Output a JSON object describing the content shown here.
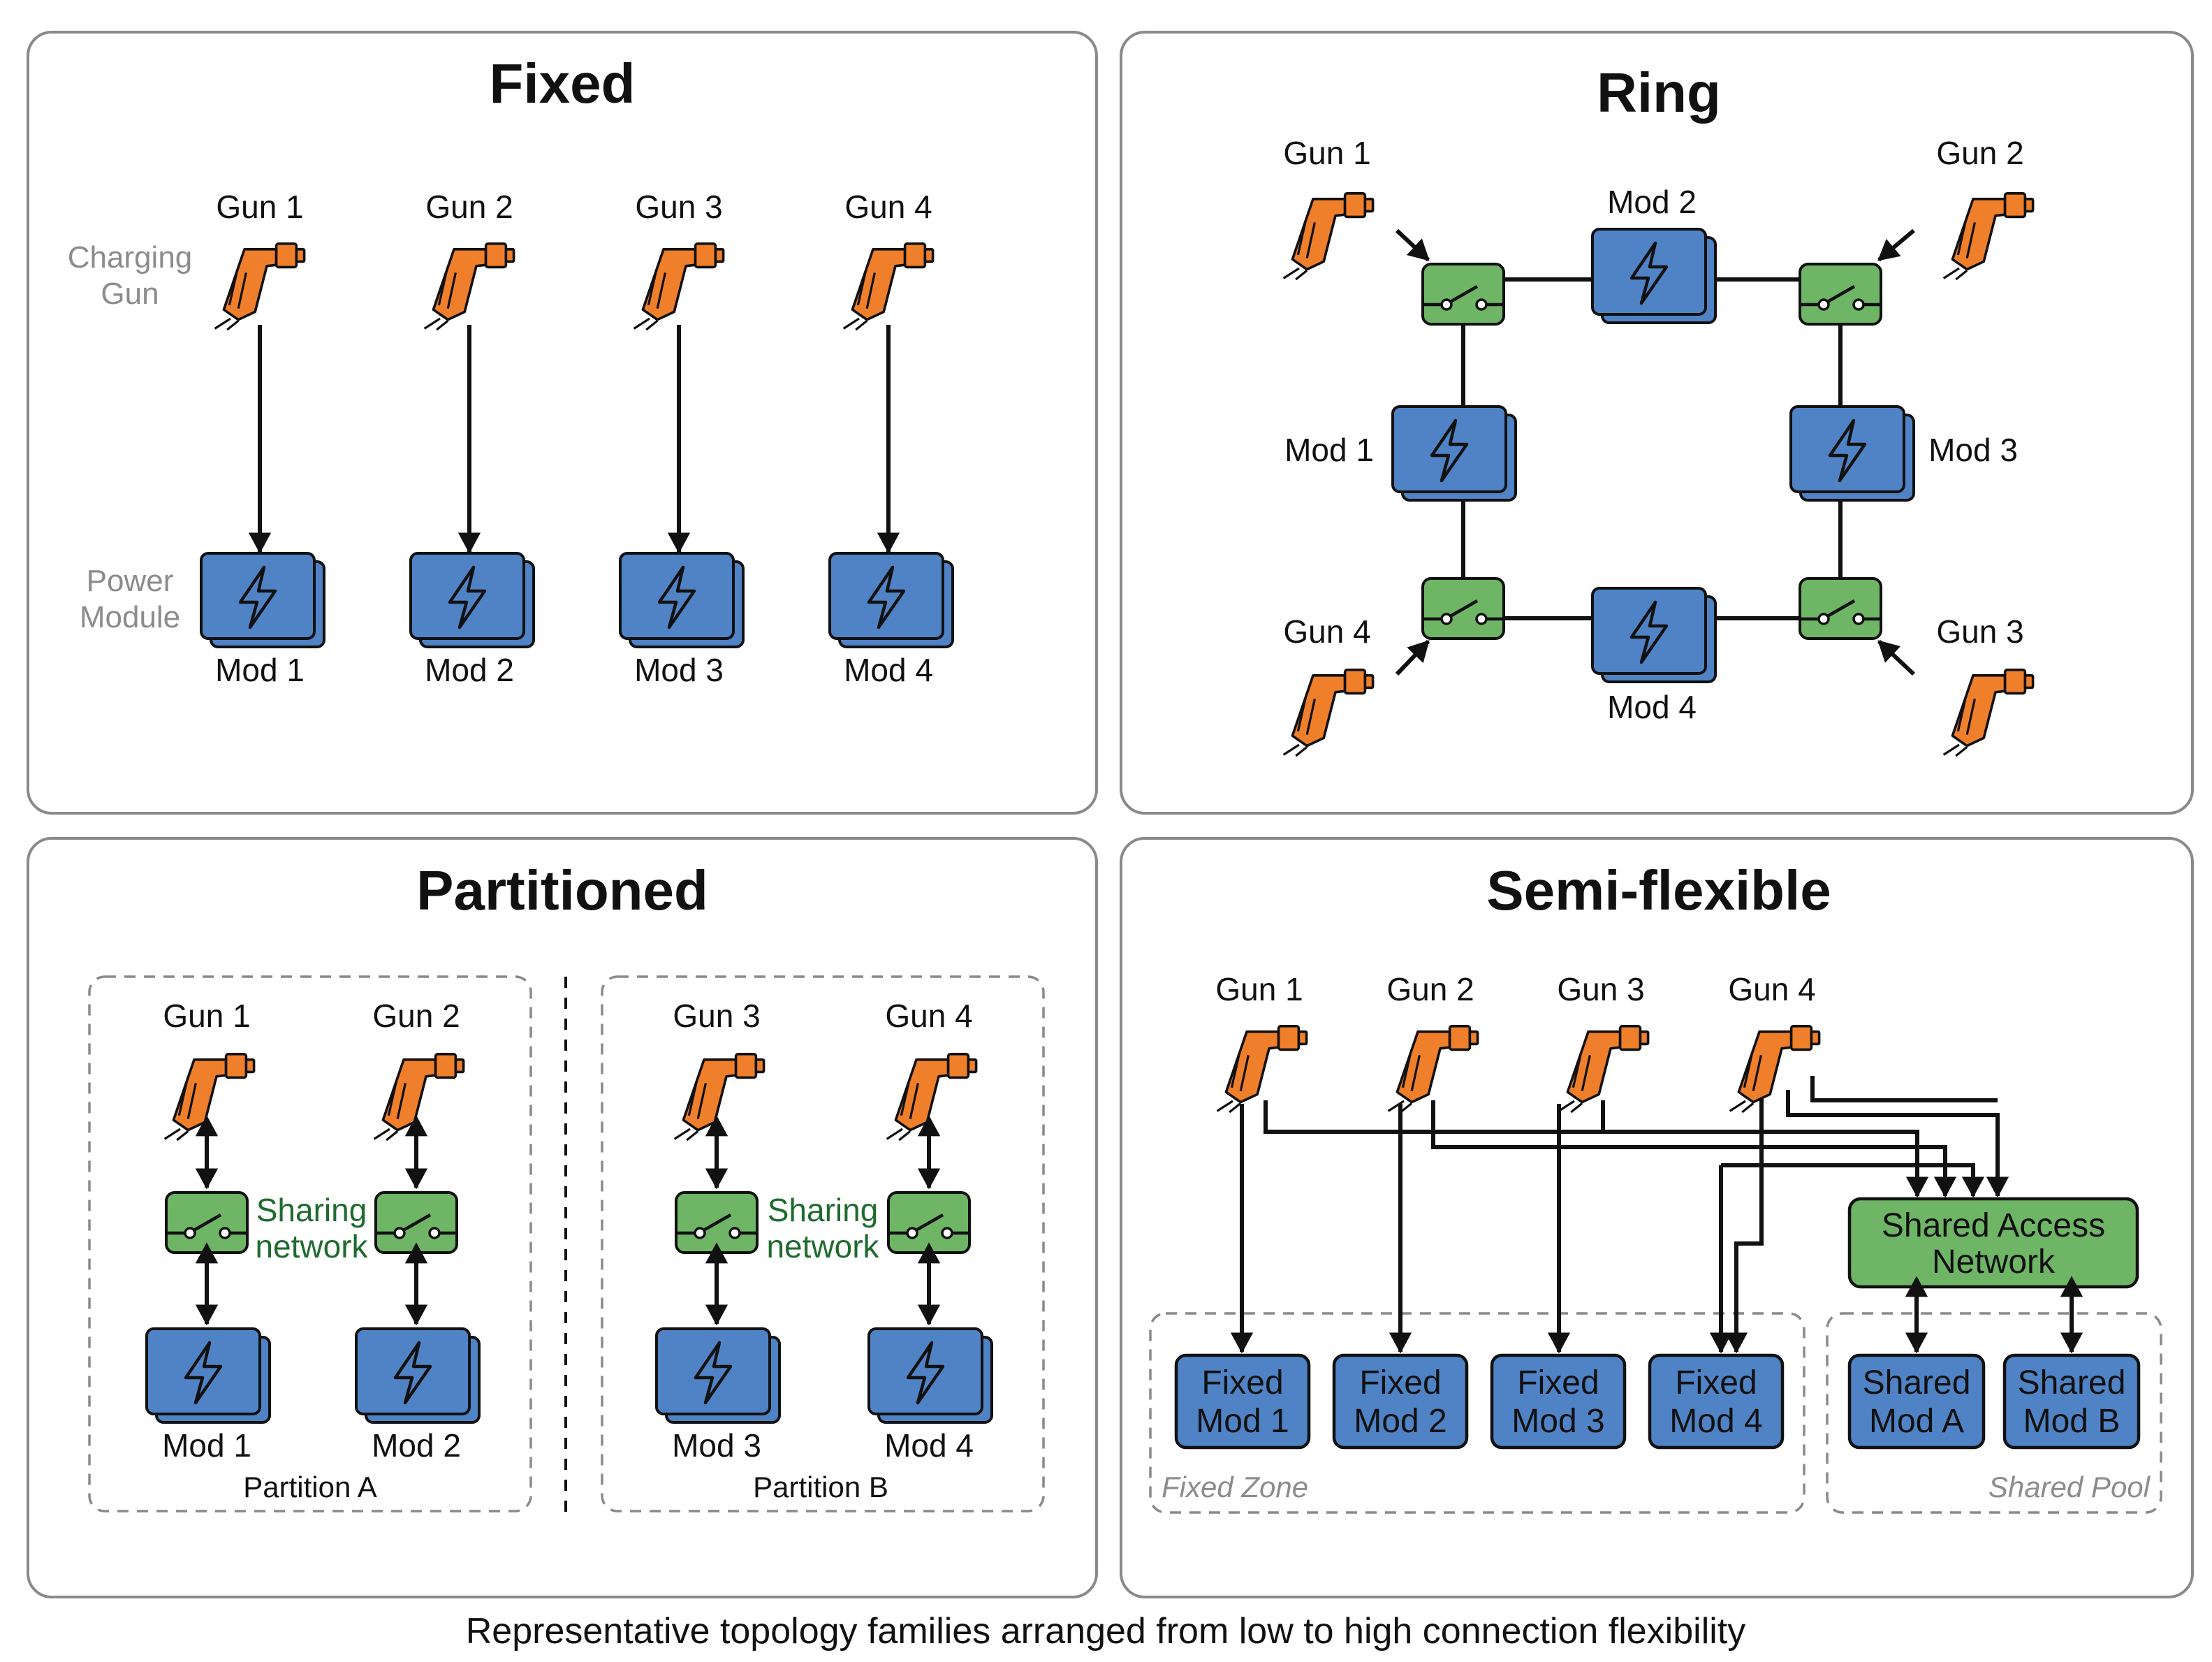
{
  "panels": {
    "fixed": {
      "title": "Fixed",
      "side_gun": "Charging",
      "side_gun_2": "Gun",
      "side_module": "Power",
      "side_module_2": "Module",
      "guns": [
        "Gun 1",
        "Gun 2",
        "Gun 3",
        "Gun 4"
      ],
      "mods": [
        "Mod 1",
        "Mod 2",
        "Mod 3",
        "Mod 4"
      ]
    },
    "ring": {
      "title": "Ring",
      "guns": [
        "Gun 1",
        "Gun 2",
        "Gun 3",
        "Gun 4"
      ],
      "mods": [
        "Mod 1",
        "Mod 2",
        "Mod 3",
        "Mod 4"
      ]
    },
    "partitioned": {
      "title": "Partitioned",
      "guns": [
        "Gun 1",
        "Gun 2",
        "Gun 3",
        "Gun 4"
      ],
      "mods": [
        "Mod 1",
        "Mod 2",
        "Mod 3",
        "Mod 4"
      ],
      "sharing": "Sharing",
      "network": "network",
      "partition_a": "Partition A",
      "partition_b": "Partition B"
    },
    "semi": {
      "title": "Semi-flexible",
      "guns": [
        "Gun 1",
        "Gun 2",
        "Gun 3",
        "Gun 4"
      ],
      "access_1": "Shared Access",
      "access_2": "Network",
      "fixed_word": "Fixed",
      "fixed_mods": [
        "Mod 1",
        "Mod 2",
        "Mod 3",
        "Mod 4"
      ],
      "shared_word": "Shared",
      "shared_mods": [
        "Mod A",
        "Mod B"
      ],
      "fixed_zone": "Fixed Zone",
      "shared_pool": "Shared Pool"
    }
  },
  "caption": "Representative topology families arranged from low to high connection flexibility",
  "colors": {
    "gun": "#f07f2b",
    "module": "#4f83c6",
    "switch": "#6fb566",
    "sharing_text": "#1f6b2e"
  }
}
